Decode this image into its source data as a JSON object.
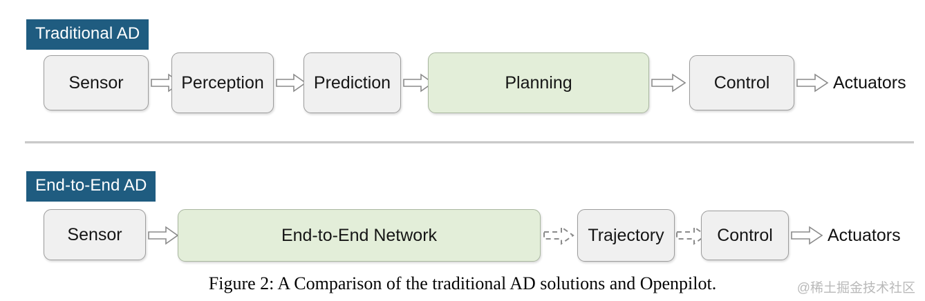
{
  "figure": {
    "caption": "Figure 2: A Comparison of the traditional AD solutions and Openpilot.",
    "watermark": "@稀土掘金技术社区"
  },
  "colors": {
    "badge_bg": "#1f5c80",
    "badge_text": "#ffffff",
    "node_bg": "#f0f0f0",
    "node_border": "#9c9c9c",
    "highlight_bg": "#e3eed9",
    "highlight_border": "#a9b7a0",
    "arrow_stroke": "#8a8a8a",
    "divider": "#b5b5b5"
  },
  "rows": [
    {
      "badge": "Traditional AD",
      "nodes": [
        {
          "label": "Sensor",
          "style": "gray"
        },
        {
          "label": "Perception",
          "style": "gray"
        },
        {
          "label": "Prediction",
          "style": "gray"
        },
        {
          "label": "Planning",
          "style": "green"
        },
        {
          "label": "Control",
          "style": "gray"
        }
      ],
      "terminal": "Actuators",
      "arrows": [
        "solid",
        "solid",
        "solid",
        "solid",
        "solid"
      ]
    },
    {
      "badge": "End-to-End AD",
      "nodes": [
        {
          "label": "Sensor",
          "style": "gray"
        },
        {
          "label": "End-to-End Network",
          "style": "green"
        },
        {
          "label": "Trajectory",
          "style": "gray"
        },
        {
          "label": "Control",
          "style": "gray"
        }
      ],
      "terminal": "Actuators",
      "arrows": [
        "solid",
        "dashed",
        "dashed",
        "solid"
      ]
    }
  ]
}
